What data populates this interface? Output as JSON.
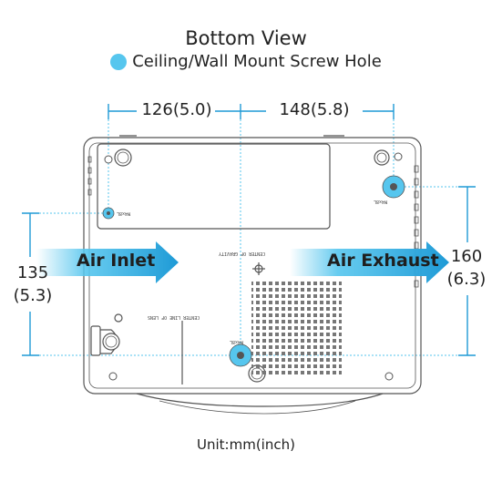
{
  "header": {
    "title": "Bottom View",
    "legend_label": "Ceiling/Wall Mount Screw Hole"
  },
  "dimensions": {
    "left_top": "126(5.0)",
    "right_top": "148(5.8)",
    "left_side_mm": "135",
    "left_side_in": "(5.3)",
    "right_side_mm": "160",
    "right_side_in": "(6.3)"
  },
  "arrows": {
    "inlet": "Air Inlet",
    "exhaust": "Air Exhaust"
  },
  "labels": {
    "screw": "M4x8L",
    "center_gravity": "CENTER OF GRAVITY",
    "center_lens": "CENTER LINE OF LENS"
  },
  "footer": {
    "unit": "Unit:mm(inch)"
  },
  "colors": {
    "accent": "#56c6ee",
    "arrow_dark": "#1e9ad6",
    "outline": "#555555"
  }
}
